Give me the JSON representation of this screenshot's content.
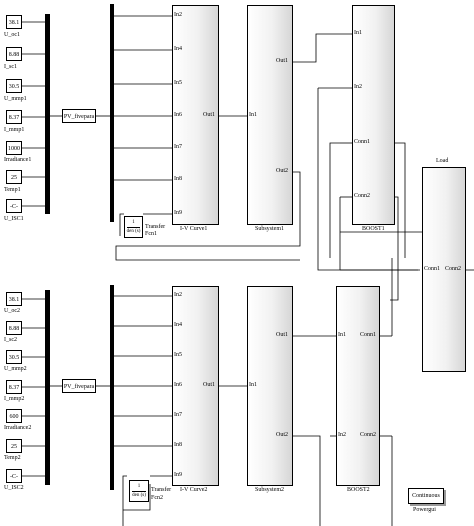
{
  "top": {
    "constants": [
      {
        "value": "38.1",
        "label": "U_oc1"
      },
      {
        "value": "8.88",
        "label": "I_sc1"
      },
      {
        "value": "30.5",
        "label": "U_mmp1"
      },
      {
        "value": "8.37",
        "label": "I_mmp1"
      },
      {
        "value": "1000",
        "label": "Irradiance1"
      },
      {
        "value": "25",
        "label": "Temp1"
      },
      {
        "value": "-C-",
        "label": "U_ISC1"
      }
    ],
    "pv_block": "PV_fivepara",
    "iv_inputs": [
      "In2",
      "In4",
      "In5",
      "In6",
      "In7",
      "In8",
      "In9"
    ],
    "iv_output": "Out1",
    "iv_label": "I-V Curve1",
    "tf_num": "1",
    "tf_den": "den (s)",
    "tf_label_1": "Transfer",
    "tf_label_2": "Fcn1",
    "subsystem_in": "In1",
    "subsystem_outs": [
      "Out1",
      "Out2"
    ],
    "subsystem_label": "Subsystem1",
    "boost_ports": [
      "In1",
      "In2",
      "Conn1",
      "Conn2"
    ],
    "boost_label": "BOOST1"
  },
  "bottom": {
    "constants": [
      {
        "value": "38.1",
        "label": "U_oc2"
      },
      {
        "value": "8.88",
        "label": "I_sc2"
      },
      {
        "value": "30.5",
        "label": "U_mmp2"
      },
      {
        "value": "8.37",
        "label": "I_mmp2"
      },
      {
        "value": "600",
        "label": "Irradiance2"
      },
      {
        "value": "25",
        "label": "Temp2"
      },
      {
        "value": "-C-",
        "label": "U_ISC2"
      }
    ],
    "pv_block": "PV_fivepara",
    "iv_inputs": [
      "In2",
      "In4",
      "In5",
      "In6",
      "In7",
      "In8",
      "In9"
    ],
    "iv_output": "Out1",
    "iv_label": "I-V Curve2",
    "tf_num": "1",
    "tf_den": "den (s)",
    "tf_label_1": "Transfer",
    "tf_label_2": "Fcn2",
    "subsystem_in": "In1",
    "subsystem_outs": [
      "Out1",
      "Out2"
    ],
    "subsystem_label": "Subsystem2",
    "boost_in": [
      "In1",
      "In2"
    ],
    "boost_conn": [
      "Conn1",
      "Conn2"
    ],
    "boost_label": "BOOST2"
  },
  "load": {
    "title": "Load",
    "left": "Conn1",
    "right": "Conn2"
  },
  "powergui": {
    "text": "Continuous",
    "label": "Powergui"
  }
}
